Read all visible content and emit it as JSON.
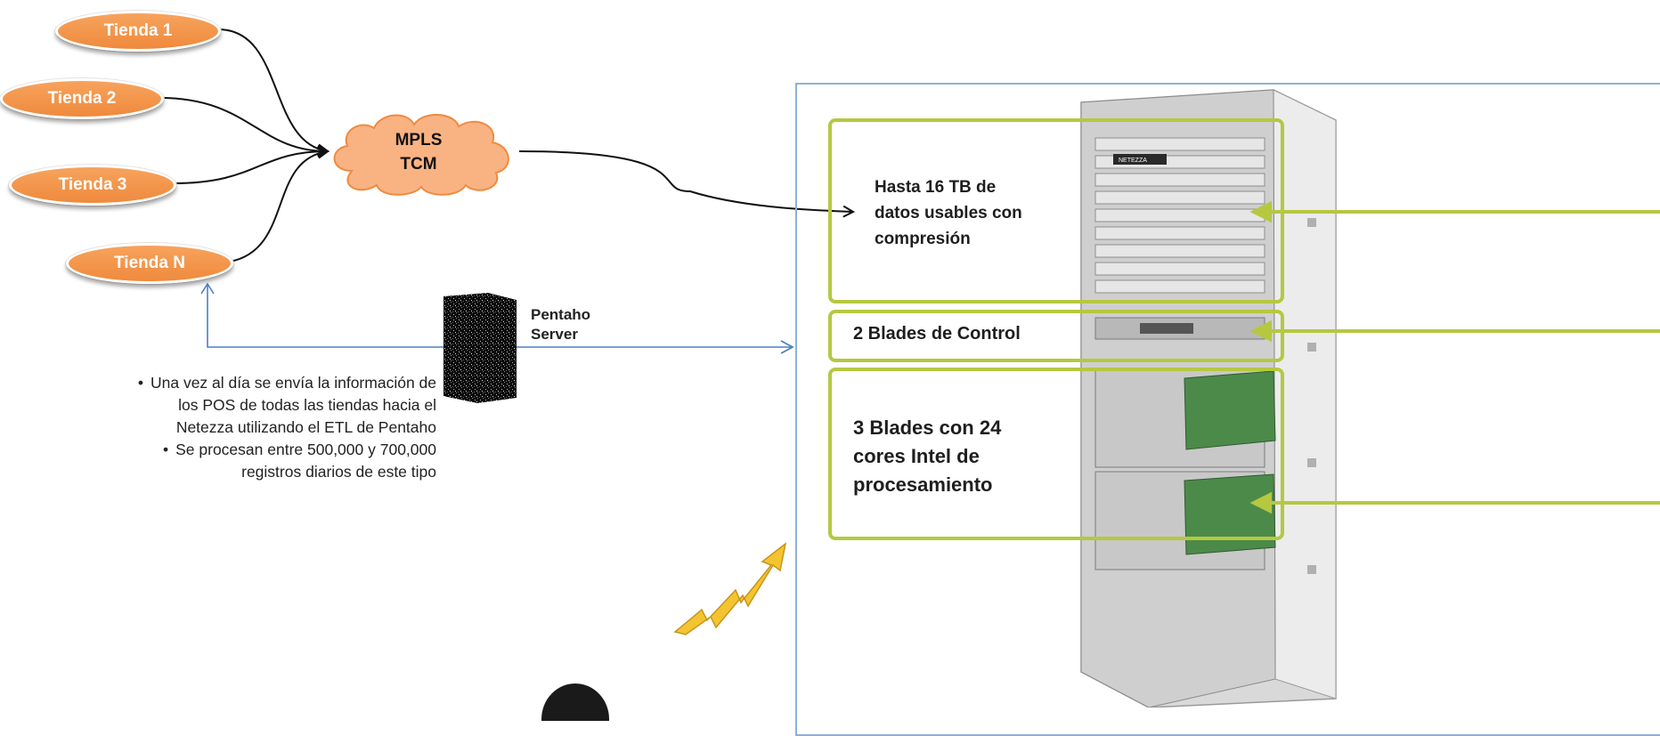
{
  "stores": [
    {
      "label": "Tienda 1"
    },
    {
      "label": "Tienda 2"
    },
    {
      "label": "Tienda 3"
    },
    {
      "label": "Tienda N"
    }
  ],
  "cloud": {
    "line1": "MPLS",
    "line2": "TCM"
  },
  "server": {
    "line1": "Pentaho",
    "line2": "Server"
  },
  "notes": {
    "bullet1_line1": "Una vez al día se envía la información de",
    "bullet1_line2": "los POS de todas las tiendas hacia el",
    "bullet1_line3": "Netezza utilizando el ETL de Pentaho",
    "bullet2_line1": "Se procesan entre 500,000 y 700,000",
    "bullet2_line2": "registros diarios de este tipo"
  },
  "rack": {
    "brand": "NETEZZA",
    "storage_line1": "Hasta 16 TB de",
    "storage_line2": "datos usables con",
    "storage_line3": "compresión",
    "control": "2 Blades de Control",
    "proc_line1": "3 Blades con 24",
    "proc_line2": "cores Intel de",
    "proc_line3": "procesamiento"
  },
  "colors": {
    "store_fill": "#f0923f",
    "cloud_fill": "#f9b383",
    "blue_line": "#4f81bd",
    "green_box": "#b5c840"
  }
}
